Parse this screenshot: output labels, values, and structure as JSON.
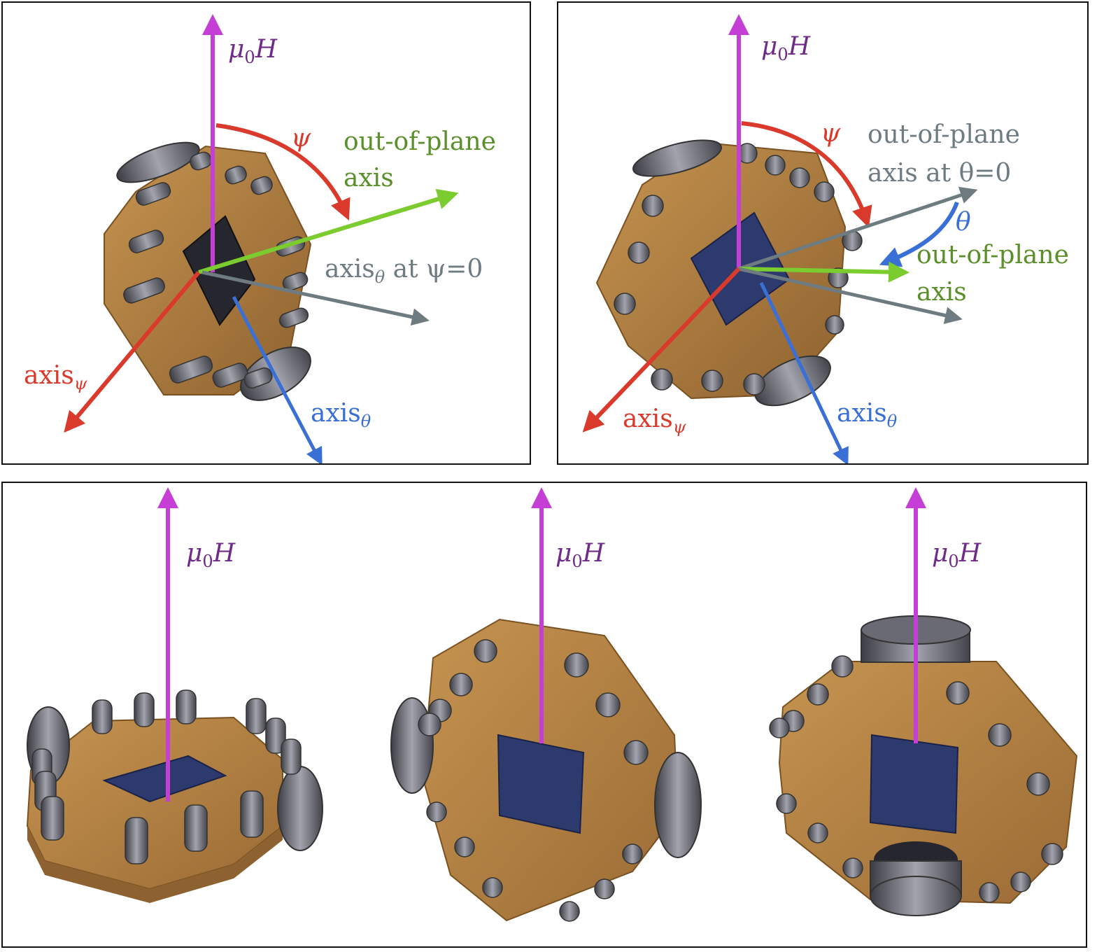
{
  "panel_a": {
    "field_label": "μ",
    "field_label_sub": "0",
    "field_label_tail": "H",
    "psi_label": "ψ",
    "oop_line1": "out-of-plane",
    "oop_line2": "axis",
    "axis_theta_at_psi_base": "axis",
    "axis_theta_at_psi_sub": "θ",
    "axis_theta_at_psi_tail": " at ψ=0",
    "axis_psi_base": "axis",
    "axis_psi_sub": "ψ",
    "axis_theta_base": "axis",
    "axis_theta_sub": "θ"
  },
  "panel_b": {
    "field_label": "μ",
    "field_label_sub": "0",
    "field_label_tail": "H",
    "psi_label": "ψ",
    "ref_line1": "out-of-plane",
    "ref_line2": "axis at θ=0",
    "theta_label": "θ",
    "oop_line1": "out-of-plane",
    "oop_line2": "axis",
    "axis_psi_base": "axis",
    "axis_psi_sub": "ψ",
    "axis_theta_base": "axis",
    "axis_theta_sub": "θ"
  },
  "panel_c": {
    "left_field_label": "μ",
    "left_field_sub": "0",
    "left_field_tail": "H",
    "middle_field_label": "μ",
    "middle_field_sub": "0",
    "middle_field_tail": "H",
    "right_field_label": "μ",
    "right_field_sub": "0",
    "right_field_tail": "H"
  },
  "colors": {
    "field": "#c53fd6",
    "field_text": "#6f2a8a",
    "psi": "#d93a2b",
    "oop": "#7bcc2e",
    "oop_text": "#5a8f2a",
    "gray_axis": "#6e7b80",
    "theta_axis": "#3a6fd6",
    "board": "#a8773b",
    "board_light": "#c69450",
    "chip": "#2d3a6e",
    "metal": "#5e5e66"
  }
}
